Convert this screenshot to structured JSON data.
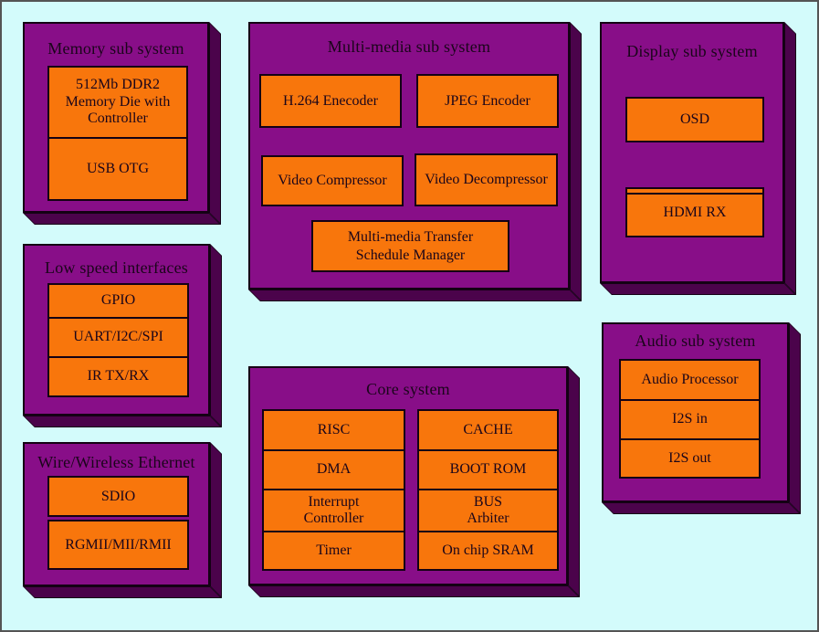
{
  "colors": {
    "background": "#D3FBFB",
    "frame": "#545454",
    "panel": "#880E88",
    "panel_shadow": "#4B034B",
    "block": "#F8760C",
    "outline": "#140114"
  },
  "diagram": {
    "memory": {
      "title": "Memory sub system",
      "blocks": {
        "ddr2": "512Mb DDR2\nMemory Die with\nController",
        "usb_otg": "USB OTG"
      }
    },
    "multimedia": {
      "title": "Multi-media sub system",
      "blocks": {
        "h264": "H.264 Enecoder",
        "jpeg": "JPEG Encoder",
        "video_compressor": "Video Compressor",
        "video_decompressor": "Video Decompressor",
        "transfer_manager": "Multi-media  Transfer\nSchedule Manager"
      }
    },
    "display": {
      "title": "Display sub system",
      "blocks": {
        "osd": "OSD",
        "hdmi_rx": "HDMI RX"
      }
    },
    "lowspeed": {
      "title": "Low speed interfaces",
      "blocks": {
        "gpio": "GPIO",
        "uart": "UART/I2C/SPI",
        "ir": "IR TX/RX"
      }
    },
    "ethernet": {
      "title": "Wire/Wireless Ethernet",
      "blocks": {
        "sdio": "SDIO",
        "rgmii": "RGMII/MII/RMII"
      }
    },
    "core": {
      "title": "Core system",
      "left_column": [
        "RISC",
        "DMA",
        "Interrupt\nController",
        "Timer"
      ],
      "right_column": [
        "CACHE",
        "BOOT ROM",
        "BUS\nArbiter",
        "On chip SRAM"
      ]
    },
    "audio": {
      "title": "Audio sub system",
      "blocks": {
        "audio_processor": "Audio Processor",
        "i2s_in": "I2S in",
        "i2s_out": "I2S out"
      }
    }
  }
}
